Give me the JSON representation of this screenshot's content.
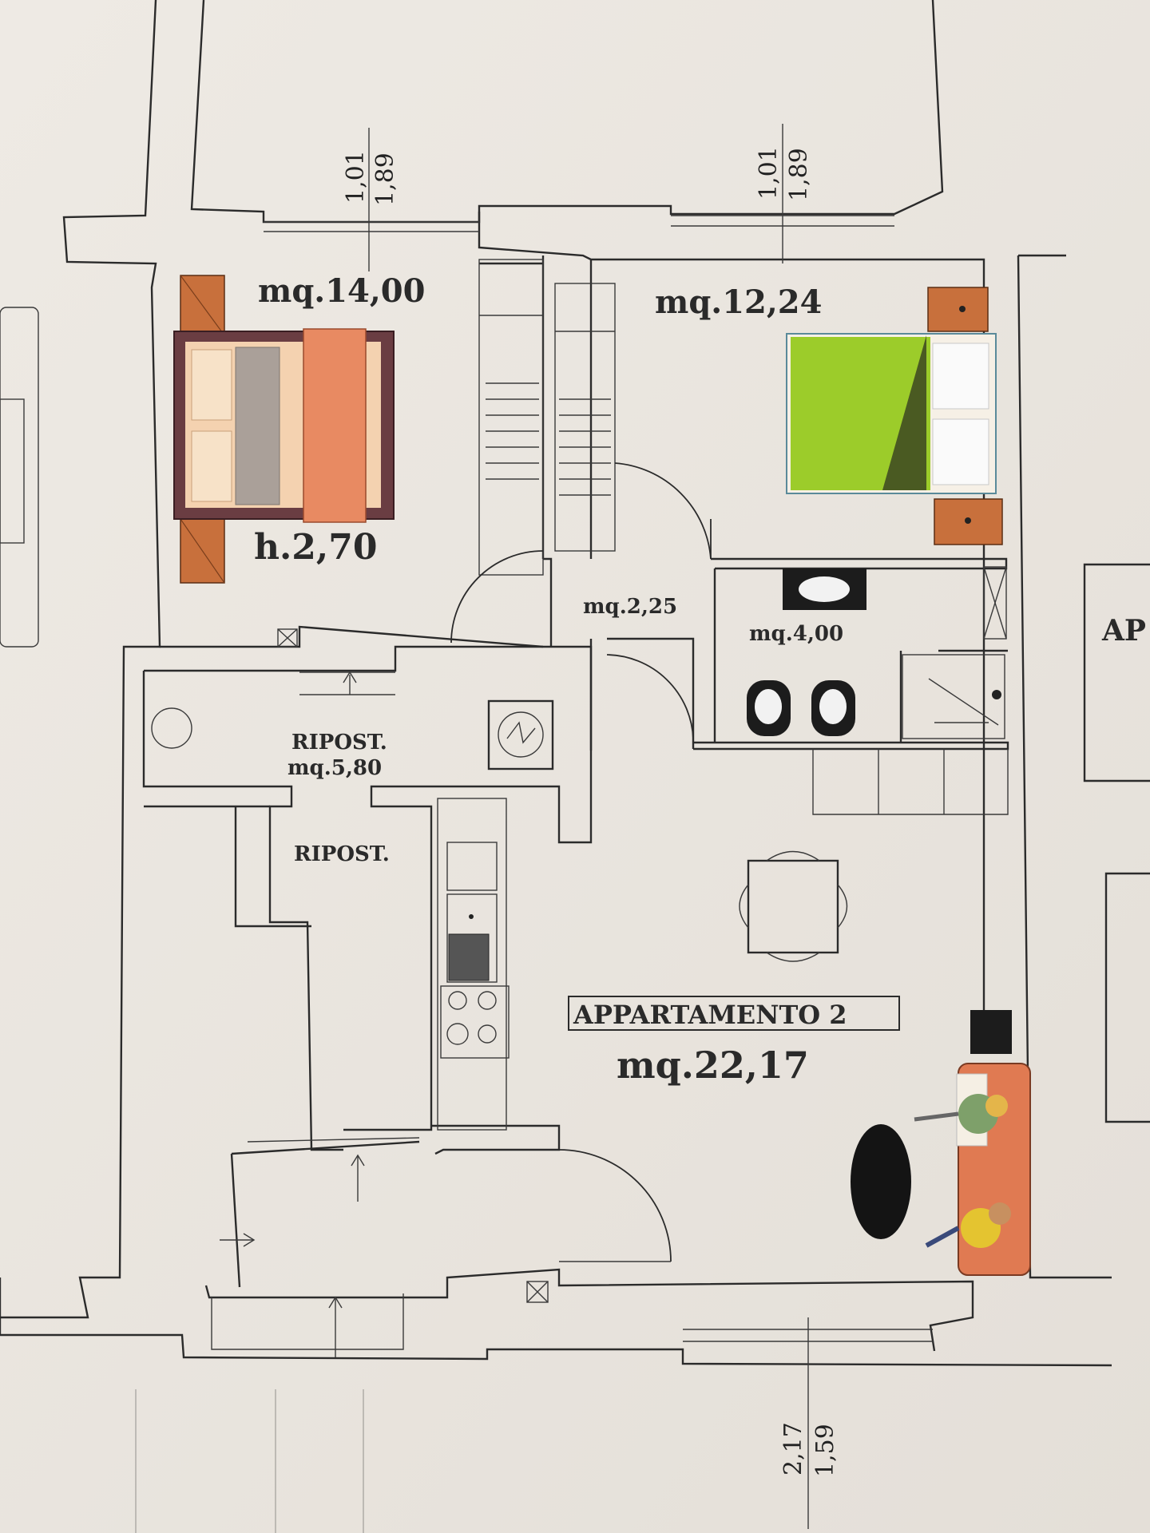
{
  "rooms": {
    "bedroom_left_area": "mq.14,00",
    "bedroom_left_height": "h.2,70",
    "bedroom_right_area": "mq.12,24",
    "hall_area": "mq.2,25",
    "bath_area": "mq.4,00",
    "storage_1_label": "RIPOST.",
    "storage_1_area": "mq.5,80",
    "storage_2_label": "RIPOST.",
    "apartment_title": "APPARTAMENTO 2",
    "apartment_area": "mq.22,17",
    "neighbor_label": "AP"
  },
  "dimensions": {
    "window_left_top": "1,01",
    "window_left_bottom": "1,89",
    "window_right_top": "1,01",
    "window_right_bottom": "1,89",
    "window_bottom_top": "2,17",
    "window_bottom_bottom": "1,59"
  },
  "colors": {
    "paper": "#ece8e2",
    "wall": "#2b2b2b",
    "bed_left_cover": "#e88a62",
    "bed_right_cover": "#9ccc2a",
    "nightstand": "#c8703c",
    "sofa": "#e07a52"
  },
  "icons": {
    "bed_left": "double-bed-icon",
    "bed_right": "double-bed-icon",
    "sofa": "sofa-with-people-icon",
    "table": "dining-table-icon",
    "stove": "cooktop-icon",
    "sink": "kitchen-sink-icon",
    "toilet": "toilet-icon",
    "shower": "shower-icon",
    "boiler": "boiler-icon"
  }
}
